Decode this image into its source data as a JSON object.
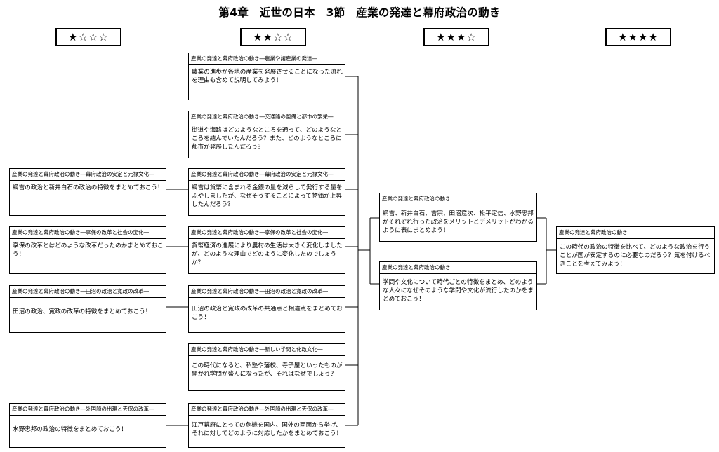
{
  "title": "第4章　近世の日本　3節　産業の発達と幕府政治の動き",
  "levels": [
    "★☆☆☆",
    "★★☆☆",
    "★★★☆",
    "★★★★"
  ],
  "col1": [
    {
      "head": "産業の発達と幕府政治の動き―幕府政治の安定と元禄文化―",
      "body": "綱吉の政治と新井白石の政治の特徴をまとめておこう！"
    },
    {
      "head": "産業の発達と幕府政治の動き―享保の改革と社会の変化―",
      "body": "享保の改革とはどのような改革だったのかまとめておこう！"
    },
    {
      "head": "産業の発達と幕府政治の動き―田沼の政治と寛政の改革―",
      "body": "田沼の政治、寛政の改革の特徴をまとめておこう！"
    },
    {
      "head": "産業の発達と幕府政治の動き―外国船の出現と天保の改革―",
      "body": "水野忠邦の政治の特徴をまとめておこう！"
    }
  ],
  "col2": [
    {
      "head": "産業の発達と幕府政治の動き―農業や諸産業の発達―",
      "body": "農業の進歩が各地の産業を発展させることになった流れを理由も含めて説明してみよう！"
    },
    {
      "head": "産業の発達と幕府政治の動き―交通路の整備と都市の繁栄―",
      "body": "街道や海路はどのようなところを通って、どのようなところを結んでいたんだろう？また、どのようなところに都市が発展したんだろう？"
    },
    {
      "head": "産業の発達と幕府政治の動き―幕府政治の安定と元禄文化―",
      "body": "綱吉は貨幣に含まれる金銀の量を減らして発行する量をふやしましたが、なぜそうすることによって物価が上昇したんだろう？"
    },
    {
      "head": "産業の発達と幕府政治の動き―享保の改革と社会の変化―",
      "body": "貨幣経済の進展により農村の生活は大きく変化しましたが、どのような理由でどのように変化したのでしょうか？"
    },
    {
      "head": "産業の発達と幕府政治の動き―田沼の政治と寛政の改革―",
      "body": "田沼の政治と寛政の改革の共通点と相違点をまとめておこう！"
    },
    {
      "head": "産業の発達と幕府政治の動き―新しい学問と化政文化―",
      "body": "この時代になると、私塾や藩校、寺子屋といったものが開かれ学問が盛んになったが、それはなぜでしょう？"
    },
    {
      "head": "産業の発達と幕府政治の動き―外国船の出現と天保の改革―",
      "body": "江戸幕府にとっての危機を国内、国外の両面から挙げ、それに対してどのように対応したかをまとめておこう！"
    }
  ],
  "col3": [
    {
      "head": "産業の発達と幕府政治の動き",
      "body": "綱吉、新井白石、吉宗、田沼意次、松平定信、水野忠邦がそれぞれ行った政治をメリットとデメリットがわかるように表にまとめよう！"
    },
    {
      "head": "産業の発達と幕府政治の動き",
      "body": "学問や文化について時代ごとの特徴をまとめ、どのような人々になぜそのような学問や文化が流行したのかをまとめておこう！"
    }
  ],
  "col4": [
    {
      "head": "産業の発達と幕府政治の動き",
      "body": "この時代の政治の特徴を比べて、どのような政治を行うことが国が安定するのに必要なのだろう？気を付けるべきことを考えてみよう！"
    }
  ]
}
